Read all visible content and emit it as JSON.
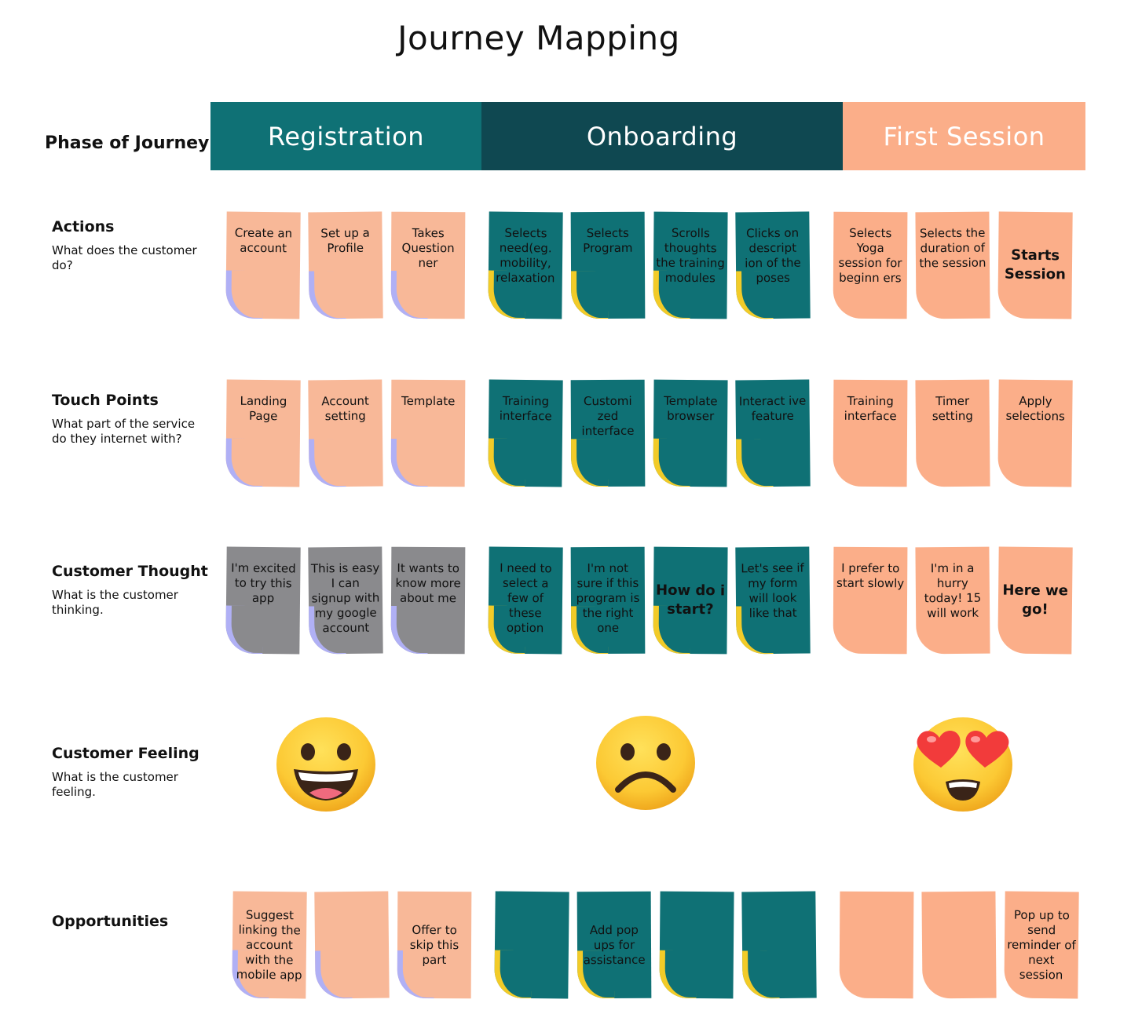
{
  "title": "Journey Mapping",
  "phase_label": "Phase of Journey",
  "phases": [
    {
      "label": "Registration",
      "color": "#0f7175"
    },
    {
      "label": "Onboarding",
      "color": "#0f4851"
    },
    {
      "label": "First Session",
      "color": "#fbae89"
    }
  ],
  "rows": {
    "actions": {
      "title": "Actions",
      "subtitle": "What does the customer do?"
    },
    "touch_points": {
      "title": "Touch Points",
      "subtitle": "What part of the service do they internet with?"
    },
    "customer_thought": {
      "title": "Customer Thought",
      "subtitle": "What is the customer thinking."
    },
    "customer_feeling": {
      "title": "Customer Feeling",
      "subtitle": "What is the customer feeling."
    },
    "opportunities": {
      "title": "Opportunities",
      "subtitle": ""
    }
  },
  "notes": {
    "actions": [
      "Create an account",
      "Set up a Profile",
      "Takes Question ner",
      "Selects need(eg. mobility, relaxation",
      "Selects Program",
      "Scrolls thoughts the training modules",
      "Clicks on descript ion of the poses",
      "Selects Yoga session for beginn ers",
      "Selects the duration of the session",
      "Starts Session"
    ],
    "touch_points": [
      "Landing Page",
      "Account setting",
      "Template",
      "Training interface",
      "Customi zed interface",
      "Template browser",
      "Interact ive feature",
      "Training interface",
      "Timer setting",
      "Apply selections"
    ],
    "customer_thought": [
      "I'm excited to try this app",
      "This is easy I can signup with my google account",
      "It wants to know more about me",
      "I need to select a few of these option",
      "I'm not sure if this program is the right one",
      "How do i start?",
      "Let's see if my form will look like that",
      "I prefer to start slowly",
      "I'm in a hurry today! 15 will work",
      "Here we go!"
    ],
    "opportunities": [
      "Suggest linking the account with the mobile app",
      "",
      "Offer to skip this part",
      "",
      "Add pop ups for assistance",
      "",
      "",
      "",
      "",
      "Pop up to send reminder of next session"
    ]
  },
  "feelings": [
    {
      "phase": "Registration",
      "icon": "grinning-face-icon"
    },
    {
      "phase": "Onboarding",
      "icon": "frowning-face-icon"
    },
    {
      "phase": "First Session",
      "icon": "heart-eyes-face-icon"
    }
  ],
  "colors": {
    "peach": "#f8b898",
    "orange": "#fbae89",
    "teal": "#0f7175",
    "dark_teal": "#0f4851",
    "gray": "#8a8a8d",
    "curl_lavender": "#b0b0f5",
    "curl_yellow": "#f2cb28"
  }
}
